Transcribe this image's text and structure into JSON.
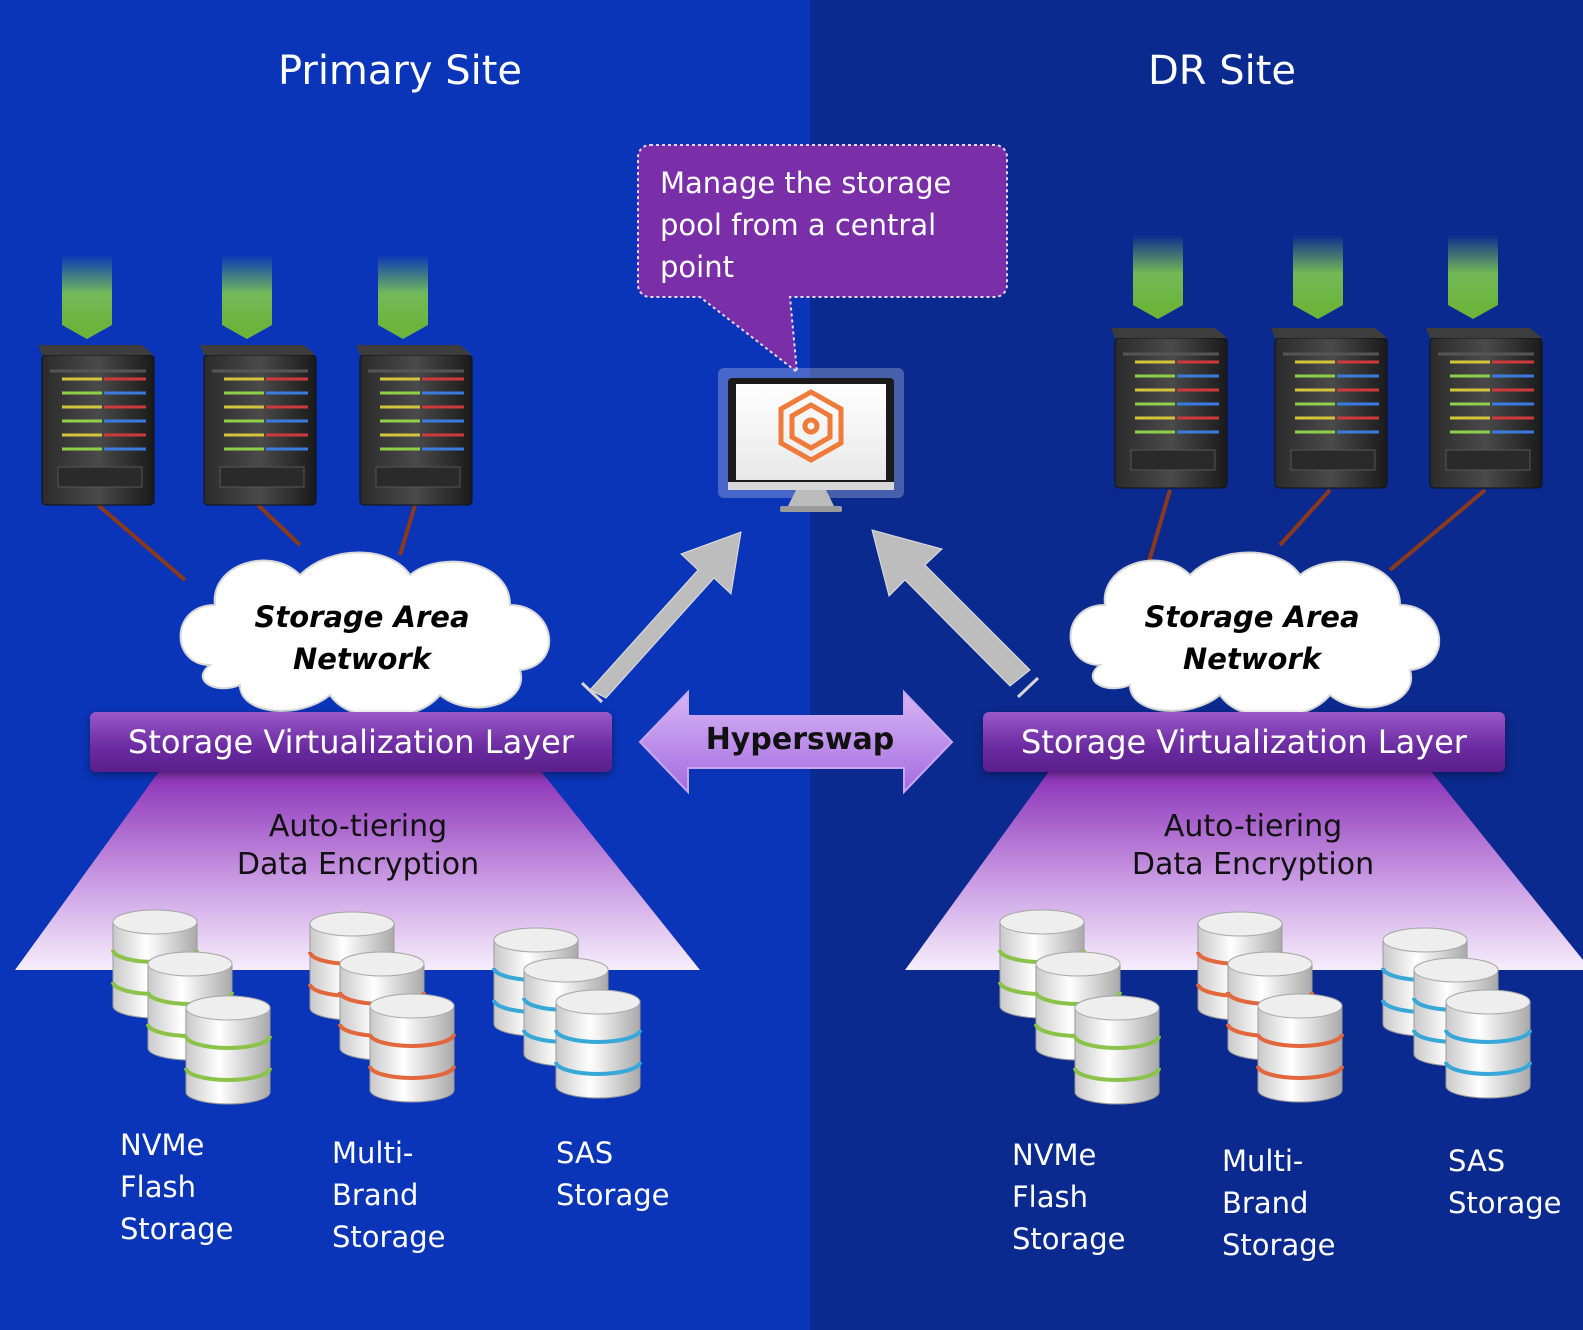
{
  "sites": {
    "primary": {
      "title": "Primary Site"
    },
    "dr": {
      "title": "DR Site"
    }
  },
  "callout": {
    "lines": [
      "Manage the storage",
      "pool from a central",
      "point"
    ]
  },
  "san_label": {
    "line1": "Storage Area",
    "line2": "Network"
  },
  "svl_label": "Storage Virtualization Layer",
  "tiering": {
    "line1": "Auto-tiering",
    "line2": "Data Encryption"
  },
  "hyperswap_label": "Hyperswap",
  "storage_types": {
    "nvme": [
      "NVMe",
      "Flash",
      "Storage"
    ],
    "multibrand": [
      "Multi-",
      "Brand",
      "Storage"
    ],
    "sas": [
      "SAS",
      "Storage"
    ]
  },
  "colors": {
    "primary_bg": "#0a35b8",
    "dr_bg": "#0b2a90",
    "purple": "#7a2fa8",
    "green_band": "#8bc34a",
    "orange_band": "#e2673c",
    "blue_band": "#38a8d8",
    "logo_orange": "#f07a3a"
  }
}
